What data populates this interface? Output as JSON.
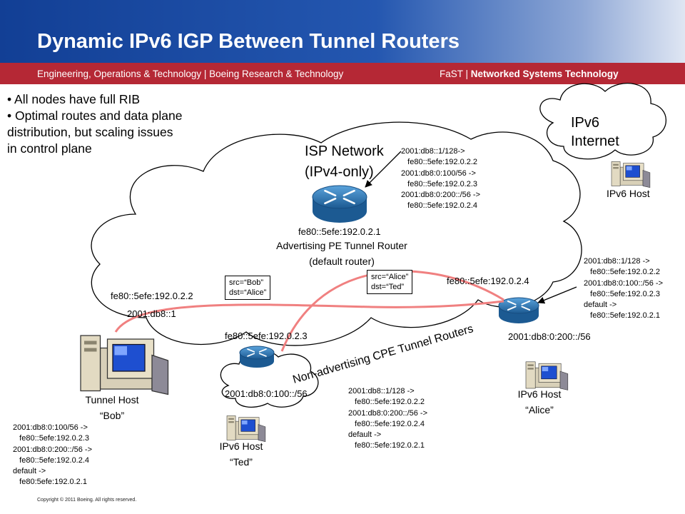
{
  "header": {
    "title": "Dynamic IPv6 IGP Between Tunnel Routers",
    "subtitle_left": "Engineering, Operations & Technology | Boeing Research & Technology",
    "subtitle_right_prefix": "FaST | ",
    "subtitle_right_bold": "Networked Systems Technology"
  },
  "bullets": [
    "• All nodes have full RIB",
    "• Optimal routes and data plane",
    "   distribution, but scaling issues",
    "   in control plane"
  ],
  "clouds": {
    "isp_title_1": "ISP Network",
    "isp_title_2": "(IPv4-only)",
    "internet_1": "IPv6",
    "internet_2": "Internet"
  },
  "pe_router": {
    "address": "fe80::5efe:192.0.2.1",
    "name_1": "Advertising PE Tunnel Router",
    "name_2": "(default router)",
    "routes": "2001:db8::1/128->\n   fe80::5efe:192.0.2.2\n2001:db8:0:100/56 ->\n   fe80::5efe:192.0.2.3\n2001:db8:0:200::/56 ->\n   fe80::5efe:192.0.2.4"
  },
  "bob": {
    "addr": "fe80::5efe:192.0.2.2",
    "prefix": "2001:db8::1",
    "name_1": "Tunnel Host",
    "name_2": "“Bob”",
    "routes": "2001:db8:0:100/56 ->\n   fe80::5efe:192.0.2.3\n2001:db8:0:200::/56 ->\n   fe80::5efe:192.0.2.4\ndefault ->\n   fe80:5efe:192.0.2.1"
  },
  "ted_router": {
    "addr": "fe80::5efe:192.0.2.3",
    "prefix": "2001:db8:0:100::/56",
    "routes": "2001:db8::1/128 ->\n   fe80::5efe:192.0.2.2\n2001:db8:0:200::/56 ->\n   fe80::5efe:192.0.2.4\ndefault ->\n   fe80::5efe:192.0.2.1",
    "host_1": "IPv6 Host",
    "host_2": "“Ted”"
  },
  "alice_router": {
    "addr": "fe80::5efe:192.0.2.4",
    "prefix": "2001:db8:0:200::/56",
    "routes": "2001:db8::1/128 ->\n   fe80::5efe:192.0.2.2\n2001:db8:0:100::/56 ->\n   fe80::5efe:192.0.2.3\ndefault ->\n   fe80::5efe:192.0.2.1",
    "host_1": "IPv6 Host",
    "host_2": "“Alice”"
  },
  "internet_host": "IPv6 Host",
  "packets": {
    "bob_to_alice": "src=“Bob”\ndst=“Alice”",
    "alice_to_ted": "src=“Alice”\ndst=“Ted”"
  },
  "cpe_label": "Non-advertising CPE Tunnel Routers",
  "copyright": "Copyright © 2011 Boeing. All rights reserved.",
  "colors": {
    "header_blue": "#123f95",
    "bar_red": "#b52835",
    "path_pink": "#f08080",
    "router_blue": "#2a6fa8"
  }
}
